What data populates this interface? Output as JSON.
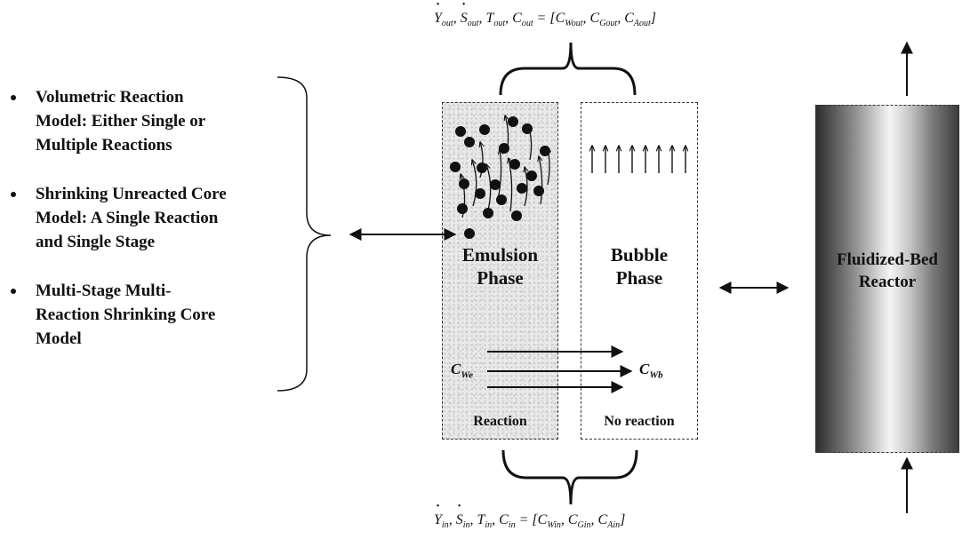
{
  "models": [
    {
      "line1": "Volumetric Reaction",
      "line2": "Model: Either Single or",
      "line3": "Multiple Reactions"
    },
    {
      "line1": "Shrinking Unreacted Core",
      "line2": "Model: A Single Reaction",
      "line3": "and Single Stage"
    },
    {
      "line1": "Multi-Stage Multi-",
      "line2": "Reaction Shrinking Core",
      "line3": "Model"
    }
  ],
  "emulsion": {
    "title_line1": "Emulsion",
    "title_line2": "Phase",
    "label": "Reaction",
    "conc_symbol": "C",
    "conc_sub": "We"
  },
  "bubble": {
    "title_line1": "Bubble",
    "title_line2": "Phase",
    "label": "No reaction",
    "conc_symbol": "C",
    "conc_sub": "Wb"
  },
  "reactor": {
    "title_line1": "Fluidized-Bed",
    "title_line2": "Reactor"
  },
  "outlet_formula": {
    "Y": "Y",
    "Y_sub": "out",
    "S": "S",
    "S_sub": "out",
    "T": "T",
    "T_sub": "out",
    "C": "C",
    "C_sub": "out",
    "items": [
      {
        "sym": "C",
        "sub": "Wout"
      },
      {
        "sym": "C",
        "sub": "Gout"
      },
      {
        "sym": "C",
        "sub": "Aout"
      }
    ]
  },
  "inlet_formula": {
    "Y": "Y",
    "Y_sub": "in",
    "S": "S",
    "S_sub": "in",
    "T": "T",
    "T_sub": "in",
    "C": "C",
    "C_sub": "in",
    "items": [
      {
        "sym": "C",
        "sub": "Win"
      },
      {
        "sym": "C",
        "sub": "Gin"
      },
      {
        "sym": "C",
        "sub": "Ain"
      }
    ]
  },
  "colors": {
    "line": "#111111",
    "particle": "#111111",
    "emulsion_fill": "#e9e9e9"
  }
}
